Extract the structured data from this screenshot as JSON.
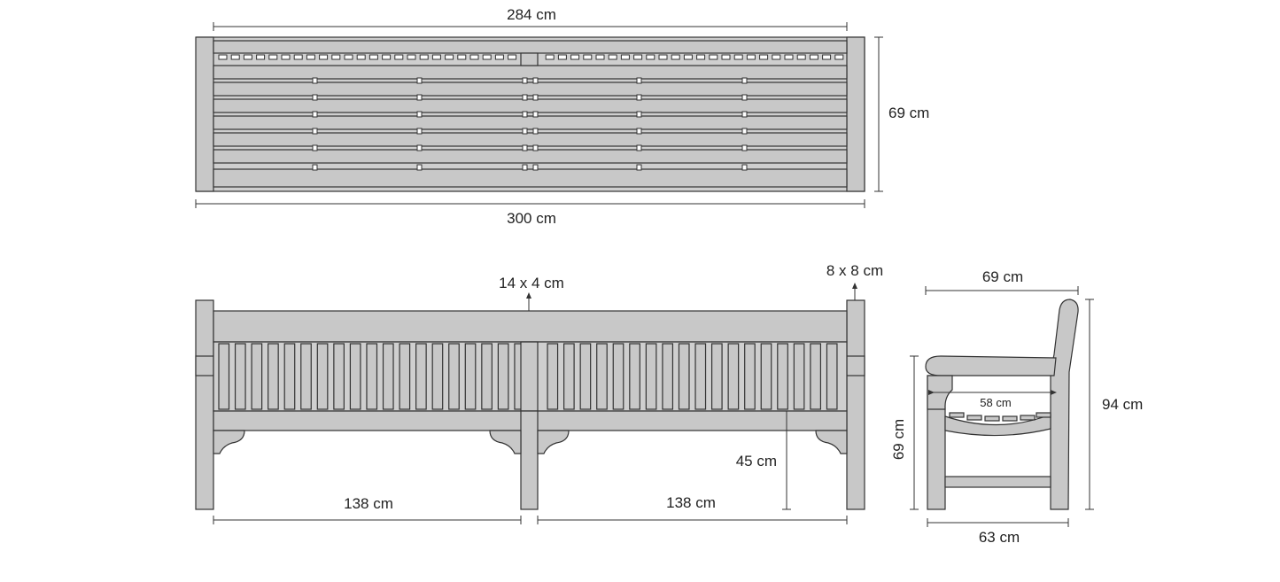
{
  "dimensions": {
    "top_inner_length": "284 cm",
    "top_depth": "69 cm",
    "total_length": "300 cm",
    "backrest_rail": "14 x 4 cm",
    "post_section": "8 x 8 cm",
    "seat_height": "45 cm",
    "span_left": "138 cm",
    "span_right": "138 cm",
    "side_arm_depth": "69 cm",
    "side_arm_height": "69 cm",
    "side_seat_depth": "58 cm",
    "side_total_height": "94 cm",
    "side_base_depth": "63 cm"
  },
  "colors": {
    "wood": "#c8c8c8",
    "line": "#333333",
    "background": "#ffffff"
  }
}
